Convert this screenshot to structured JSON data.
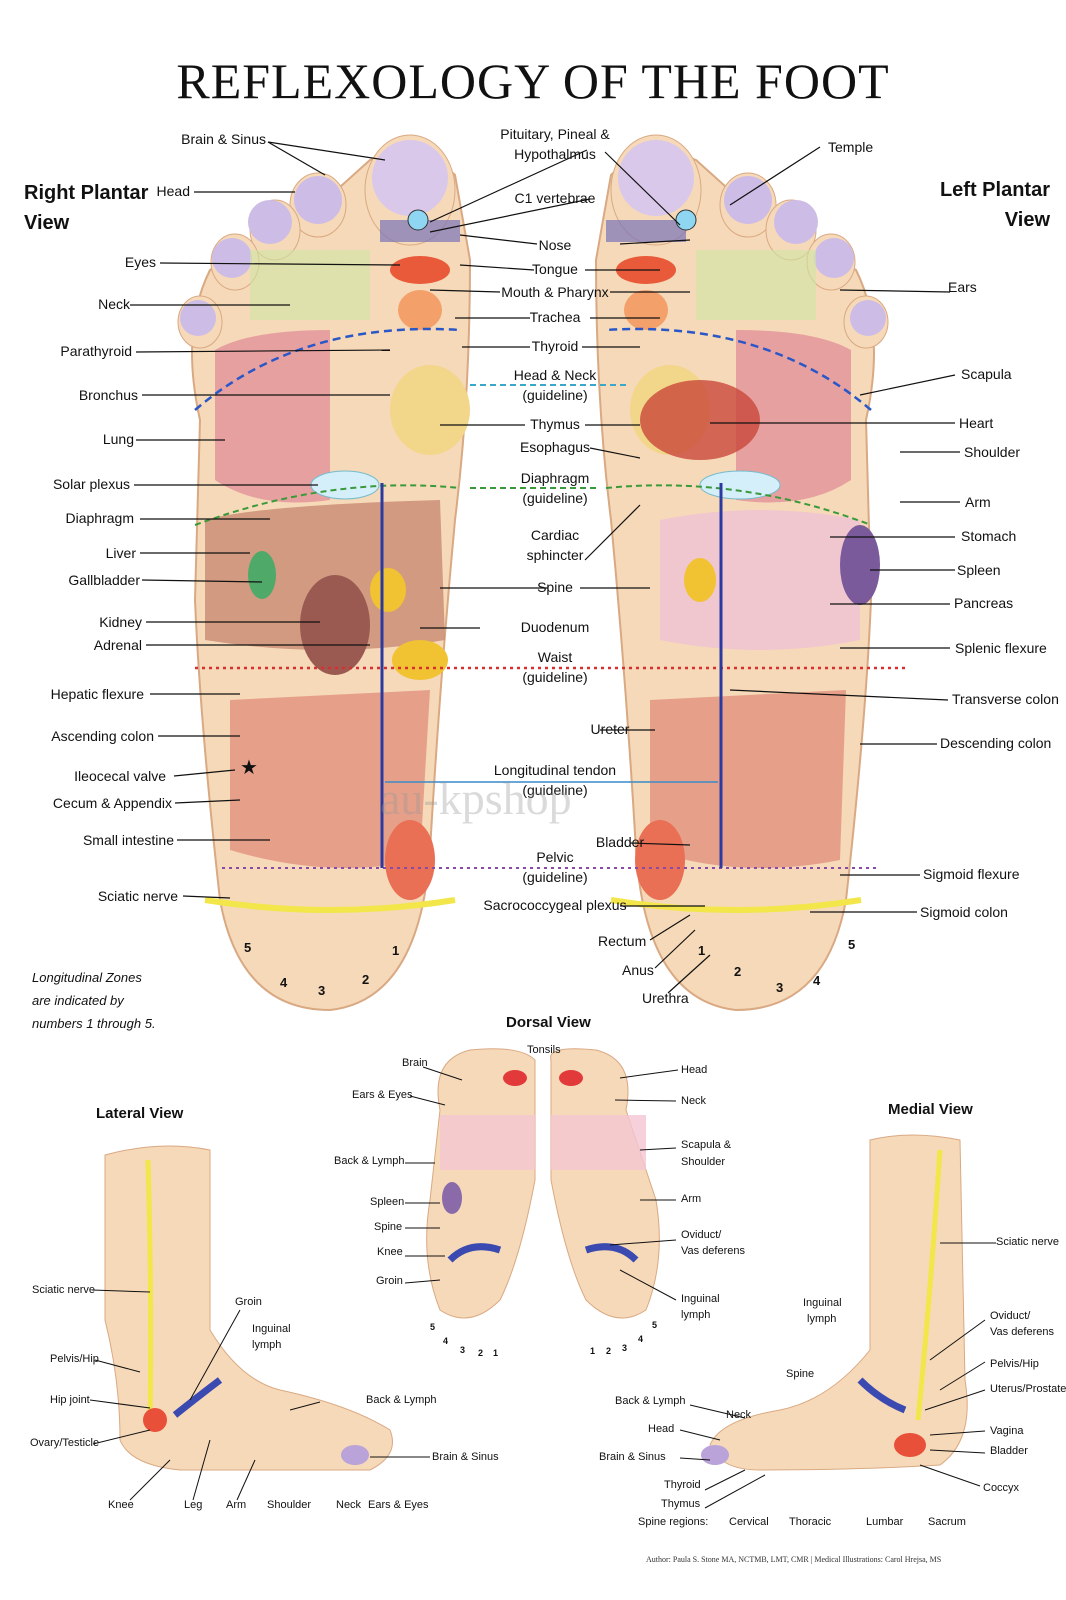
{
  "title": "REFLEXOLOGY OF THE FOOT",
  "views": {
    "right_plantar": "Right Plantar View",
    "left_plantar": "Left Plantar View",
    "dorsal": "Dorsal View",
    "lateral": "Lateral View",
    "medial": "Medial View"
  },
  "right_labels": {
    "brain_sinus": "Brain & Sinus",
    "head": "Head",
    "eyes": "Eyes",
    "neck": "Neck",
    "parathyroid": "Parathyroid",
    "bronchus": "Bronchus",
    "lung": "Lung",
    "solar_plexus": "Solar plexus",
    "diaphragm": "Diaphragm",
    "liver": "Liver",
    "gallbladder": "Gallbladder",
    "kidney": "Kidney",
    "adrenal": "Adrenal",
    "hepatic_flexure": "Hepatic flexure",
    "ascending_colon": "Ascending colon",
    "ileocecal_valve": "Ileocecal valve",
    "cecum_appendix": "Cecum & Appendix",
    "small_intestine": "Small intestine",
    "sciatic_nerve": "Sciatic nerve"
  },
  "center_labels": {
    "pituitary": "Pituitary, Pineal &",
    "hypothalmus": "Hypothalmus",
    "c1": "C1 vertebrae",
    "nose": "Nose",
    "tongue": "Tongue",
    "mouth_pharynx": "Mouth & Pharynx",
    "trachea": "Trachea",
    "thyroid": "Thyroid",
    "head_neck": "Head & Neck",
    "head_neck_g": "(guideline)",
    "thymus": "Thymus",
    "esophagus": "Esophagus",
    "diaphragm": "Diaphragm",
    "diaphragm_g": "(guideline)",
    "cardiac": "Cardiac",
    "sphincter": "sphincter",
    "spine": "Spine",
    "duodenum": "Duodenum",
    "waist": "Waist",
    "waist_g": "(guideline)",
    "ureter": "Ureter",
    "long_tendon": "Longitudinal tendon",
    "long_tendon_g": "(guideline)",
    "bladder": "Bladder",
    "pelvic": "Pelvic",
    "pelvic_g": "(guideline)",
    "sacrococcygeal": "Sacrococcygeal plexus",
    "rectum": "Rectum",
    "anus": "Anus",
    "urethra": "Urethra"
  },
  "left_labels": {
    "temple": "Temple",
    "ears": "Ears",
    "scapula": "Scapula",
    "heart": "Heart",
    "shoulder": "Shoulder",
    "arm": "Arm",
    "stomach": "Stomach",
    "spleen": "Spleen",
    "pancreas": "Pancreas",
    "splenic_flexure": "Splenic flexure",
    "transverse_colon": "Transverse colon",
    "descending_colon": "Descending colon",
    "sigmoid_flexure": "Sigmoid flexure",
    "sigmoid_colon": "Sigmoid colon"
  },
  "zone_note": [
    "Longitudinal Zones",
    "are indicated by",
    "numbers 1 through 5."
  ],
  "zones": {
    "z1": "1",
    "z2": "2",
    "z3": "3",
    "z4": "4",
    "z5": "5"
  },
  "dorsal_labels": {
    "brain": "Brain",
    "tonsils": "Tonsils",
    "head": "Head",
    "ears_eyes": "Ears & Eyes",
    "neck": "Neck",
    "back_lymph": "Back & Lymph",
    "scapula": "Scapula &",
    "shoulder": "Shoulder",
    "spleen": "Spleen",
    "arm": "Arm",
    "spine": "Spine",
    "oviduct": "Oviduct/",
    "vas": "Vas deferens",
    "knee": "Knee",
    "groin": "Groin",
    "inguinal": "Inguinal",
    "lymph": "lymph"
  },
  "lateral_labels": {
    "sciatic": "Sciatic nerve",
    "groin": "Groin",
    "inguinal": "Inguinal",
    "lymph": "lymph",
    "pelvis_hip": "Pelvis/Hip",
    "hip_joint": "Hip joint",
    "ovary": "Ovary/Testicle",
    "back_lymph": "Back & Lymph",
    "brain_sinus": "Brain & Sinus",
    "knee": "Knee",
    "leg": "Leg",
    "arm": "Arm",
    "shoulder": "Shoulder",
    "neck": "Neck",
    "ears_eyes": "Ears & Eyes"
  },
  "medial_labels": {
    "sciatic": "Sciatic nerve",
    "inguinal": "Inguinal",
    "lymph": "lymph",
    "oviduct": "Oviduct/",
    "vas": "Vas deferens",
    "spine": "Spine",
    "pelvis_hip": "Pelvis/Hip",
    "uterus": "Uterus/Prostate",
    "back_lymph": "Back & Lymph",
    "neck": "Neck",
    "head": "Head",
    "vagina": "Vagina",
    "brain_sinus": "Brain & Sinus",
    "bladder": "Bladder",
    "thyroid": "Thyroid",
    "thymus": "Thymus",
    "coccyx": "Coccyx",
    "spine_regions": "Spine regions:",
    "cervical": "Cervical",
    "thoracic": "Thoracic",
    "lumbar": "Lumbar",
    "sacrum": "Sacrum"
  },
  "watermark": "au-kpshop",
  "author": "Author: Paula S. Stone MA, NCTMB, LMT, CMR | Medical Illustrations: Carol Hrejsa, MS",
  "colors": {
    "guide_head": "#3aa6c8",
    "guide_diaphragm": "#3a9a3a",
    "guide_waist": "#d83030",
    "guide_pelvic": "#8a4aa8",
    "tendon": "#2b3aa0",
    "skin": "#f6d9b8"
  }
}
